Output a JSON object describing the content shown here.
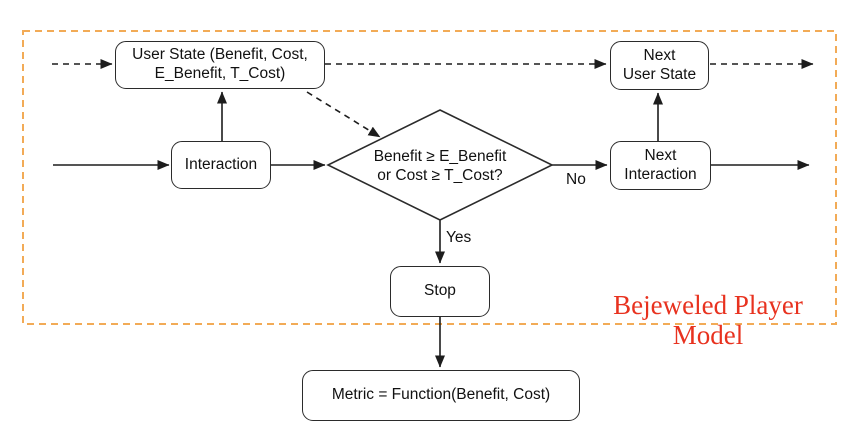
{
  "diagram": {
    "title": "Bejeweled Player Model",
    "title_color": "#E8321F",
    "frame_color": "#F2AB57",
    "line_color": "#1d1d1d",
    "nodes": {
      "user_state": "User State (Benefit, Cost,\nE_Benefit, T_Cost)",
      "interaction": "Interaction",
      "decision": "Benefit ≥ E_Benefit\nor Cost ≥ T_Cost?",
      "next_user_state": "Next\nUser State",
      "next_interaction": "Next\nInteraction",
      "stop": "Stop",
      "metric": "Metric = Function(Benefit, Cost)"
    },
    "edge_labels": {
      "yes": "Yes",
      "no": "No"
    }
  }
}
